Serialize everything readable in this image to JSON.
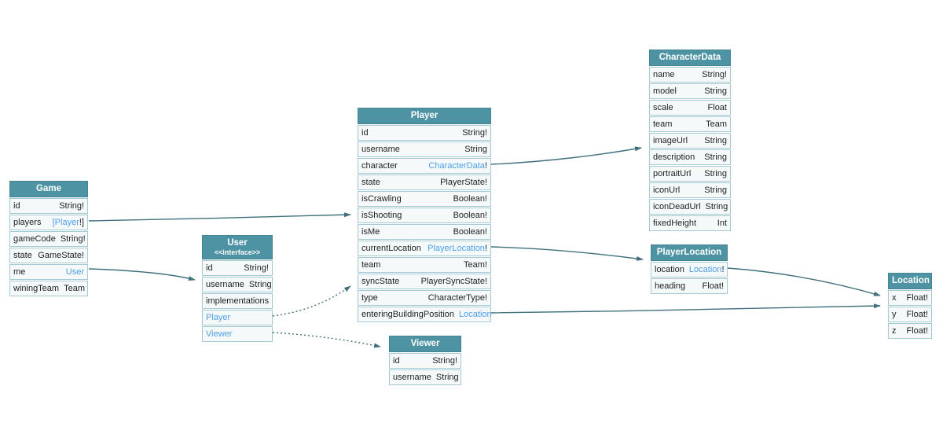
{
  "diagram": {
    "colors": {
      "header_bg": "#4e93a3",
      "row_bg": "#f5f9fa",
      "row_border": "#a5c9d5",
      "link": "#4d9fe6",
      "edge": "#406f7d",
      "header_text": "#ffffff",
      "text": "#1e1e1e"
    },
    "tables": [
      {
        "id": "game",
        "title": "Game",
        "fields": [
          {
            "name": "id",
            "type_parts": [
              {
                "text": "String!",
                "link": false
              }
            ]
          },
          {
            "name": "players",
            "type_parts": [
              {
                "text": "[Player",
                "link": true
              },
              {
                "text": "!]",
                "link": false
              }
            ]
          },
          {
            "name": "gameCode",
            "type_parts": [
              {
                "text": "String!",
                "link": false
              }
            ]
          },
          {
            "name": "state",
            "type_parts": [
              {
                "text": "GameState!",
                "link": false
              }
            ]
          },
          {
            "name": "me",
            "type_parts": [
              {
                "text": "User",
                "link": true
              }
            ]
          },
          {
            "name": "winingTeam",
            "type_parts": [
              {
                "text": "Team",
                "link": false
              }
            ]
          }
        ]
      },
      {
        "id": "user",
        "title": "User",
        "subtitle": "<<interface>>",
        "fields": [
          {
            "name": "id",
            "type_parts": [
              {
                "text": "String!",
                "link": false
              }
            ]
          },
          {
            "name": "username",
            "type_parts": [
              {
                "text": "String",
                "link": false
              }
            ]
          },
          {
            "name": "implementations",
            "type_parts": []
          },
          {
            "name": "Player",
            "name_link": true,
            "type_parts": []
          },
          {
            "name": "Viewer",
            "name_link": true,
            "type_parts": []
          }
        ]
      },
      {
        "id": "player",
        "title": "Player",
        "fields": [
          {
            "name": "id",
            "type_parts": [
              {
                "text": "String!",
                "link": false
              }
            ]
          },
          {
            "name": "username",
            "type_parts": [
              {
                "text": "String",
                "link": false
              }
            ]
          },
          {
            "name": "character",
            "type_parts": [
              {
                "text": "CharacterData",
                "link": true
              },
              {
                "text": "!",
                "link": false
              }
            ]
          },
          {
            "name": "state",
            "type_parts": [
              {
                "text": "PlayerState!",
                "link": false
              }
            ]
          },
          {
            "name": "isCrawling",
            "type_parts": [
              {
                "text": "Boolean!",
                "link": false
              }
            ]
          },
          {
            "name": "isShooting",
            "type_parts": [
              {
                "text": "Boolean!",
                "link": false
              }
            ]
          },
          {
            "name": "isMe",
            "type_parts": [
              {
                "text": "Boolean!",
                "link": false
              }
            ]
          },
          {
            "name": "currentLocation",
            "type_parts": [
              {
                "text": "PlayerLocation",
                "link": true
              },
              {
                "text": "!",
                "link": false
              }
            ]
          },
          {
            "name": "team",
            "type_parts": [
              {
                "text": "Team!",
                "link": false
              }
            ]
          },
          {
            "name": "syncState",
            "type_parts": [
              {
                "text": "PlayerSyncState!",
                "link": false
              }
            ]
          },
          {
            "name": "type",
            "type_parts": [
              {
                "text": "CharacterType!",
                "link": false
              }
            ]
          },
          {
            "name": "enteringBuildingPosition",
            "type_parts": [
              {
                "text": "Location",
                "link": true
              }
            ]
          }
        ]
      },
      {
        "id": "viewer",
        "title": "Viewer",
        "fields": [
          {
            "name": "id",
            "type_parts": [
              {
                "text": "String!",
                "link": false
              }
            ]
          },
          {
            "name": "username",
            "type_parts": [
              {
                "text": "String",
                "link": false
              }
            ]
          }
        ]
      },
      {
        "id": "characterdata",
        "title": "CharacterData",
        "fields": [
          {
            "name": "name",
            "type_parts": [
              {
                "text": "String!",
                "link": false
              }
            ]
          },
          {
            "name": "model",
            "type_parts": [
              {
                "text": "String",
                "link": false
              }
            ]
          },
          {
            "name": "scale",
            "type_parts": [
              {
                "text": "Float",
                "link": false
              }
            ]
          },
          {
            "name": "team",
            "type_parts": [
              {
                "text": "Team",
                "link": false
              }
            ]
          },
          {
            "name": "imageUrl",
            "type_parts": [
              {
                "text": "String",
                "link": false
              }
            ]
          },
          {
            "name": "description",
            "type_parts": [
              {
                "text": "String",
                "link": false
              }
            ]
          },
          {
            "name": "portraitUrl",
            "type_parts": [
              {
                "text": "String",
                "link": false
              }
            ]
          },
          {
            "name": "iconUrl",
            "type_parts": [
              {
                "text": "String",
                "link": false
              }
            ]
          },
          {
            "name": "iconDeadUrl",
            "type_parts": [
              {
                "text": "String",
                "link": false
              }
            ]
          },
          {
            "name": "fixedHeight",
            "type_parts": [
              {
                "text": "Int",
                "link": false
              }
            ]
          }
        ]
      },
      {
        "id": "playerlocation",
        "title": "PlayerLocation",
        "fields": [
          {
            "name": "location",
            "type_parts": [
              {
                "text": "Location",
                "link": true
              },
              {
                "text": "!",
                "link": false
              }
            ]
          },
          {
            "name": "heading",
            "type_parts": [
              {
                "text": "Float!",
                "link": false
              }
            ]
          }
        ]
      },
      {
        "id": "location",
        "title": "Location",
        "fields": [
          {
            "name": "x",
            "type_parts": [
              {
                "text": "Float!",
                "link": false
              }
            ]
          },
          {
            "name": "y",
            "type_parts": [
              {
                "text": "Float!",
                "link": false
              }
            ]
          },
          {
            "name": "z",
            "type_parts": [
              {
                "text": "Float!",
                "link": false
              }
            ]
          }
        ]
      }
    ],
    "edges": [
      {
        "from": "Game.players",
        "to": "Player",
        "style": "solid"
      },
      {
        "from": "Game.me",
        "to": "User",
        "style": "solid"
      },
      {
        "from": "Player.character",
        "to": "CharacterData",
        "style": "solid"
      },
      {
        "from": "Player.currentLocation",
        "to": "PlayerLocation",
        "style": "solid"
      },
      {
        "from": "Player.enteringBuildingPosition",
        "to": "Location",
        "style": "solid"
      },
      {
        "from": "PlayerLocation.location",
        "to": "Location",
        "style": "solid"
      },
      {
        "from": "User.Player",
        "to": "Player",
        "style": "dotted"
      },
      {
        "from": "User.Viewer",
        "to": "Viewer",
        "style": "dotted"
      }
    ]
  }
}
